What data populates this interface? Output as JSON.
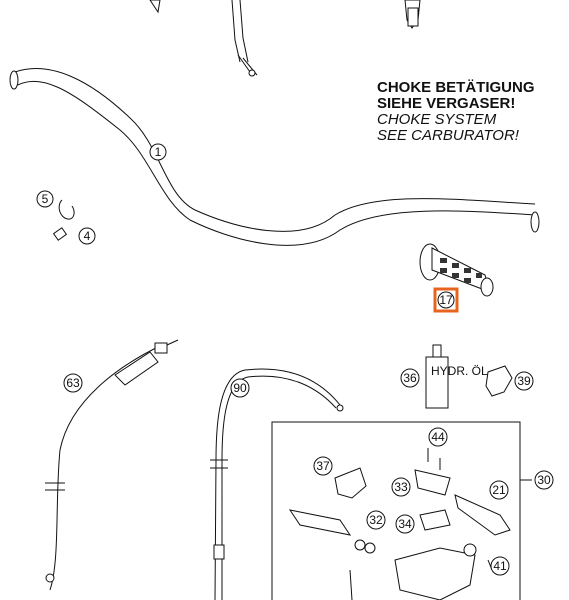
{
  "note": {
    "de_line1": "CHOKE BETÄTIGUNG",
    "de_line2": "SIEHE VERGASER!",
    "en_line1": "CHOKE SYSTEM",
    "en_line2": "SEE CARBURATOR!"
  },
  "callouts": {
    "c1": "1",
    "c4": "4",
    "c5": "5",
    "c17": "17",
    "c21": "21",
    "c30": "30",
    "c32": "32",
    "c33": "33",
    "c34": "34",
    "c36": "36",
    "c37": "37",
    "c39": "39",
    "c41": "41",
    "c44": "44",
    "c63": "63",
    "c90": "90"
  },
  "bottle_label": "HYDR. ÖL",
  "highlight_color": "#e8641e"
}
